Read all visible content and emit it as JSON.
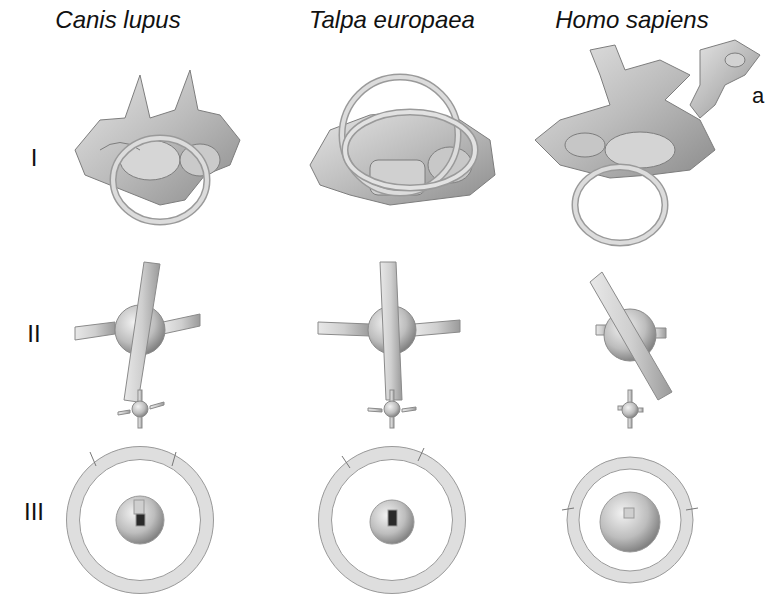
{
  "diagram": {
    "labels": [
      "Canis lupus",
      "Talpa europaea",
      "Homo sapiens",
      "I",
      "a",
      "II",
      "III"
    ]
  }
}
